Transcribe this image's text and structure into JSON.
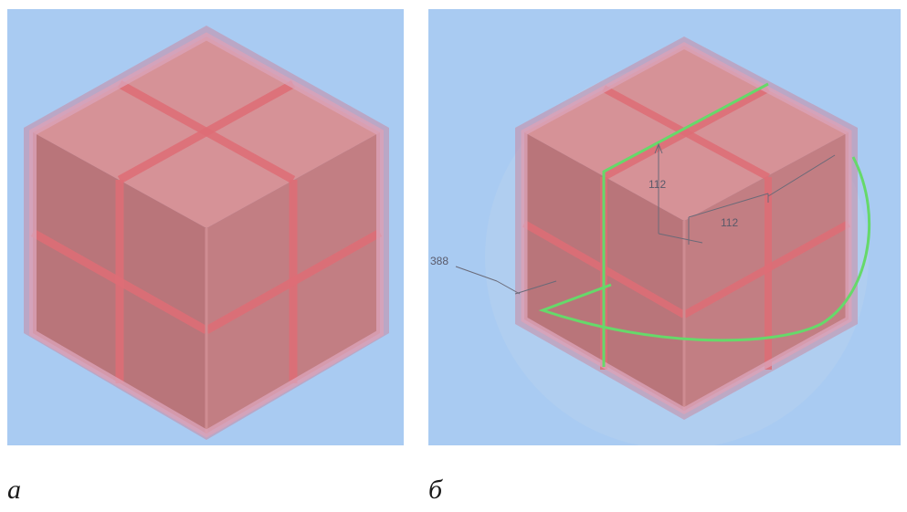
{
  "captions": {
    "a": "а",
    "b": "б"
  },
  "dimensions": {
    "d1": "112",
    "d2": "112",
    "d3": "388"
  },
  "colors": {
    "background": "#a9cbf2",
    "cube_fill": "#c0787d",
    "cube_light": "#d49499",
    "seam": "#de6c74",
    "outline": "#d9a2b6",
    "curve": "#66d96a"
  }
}
